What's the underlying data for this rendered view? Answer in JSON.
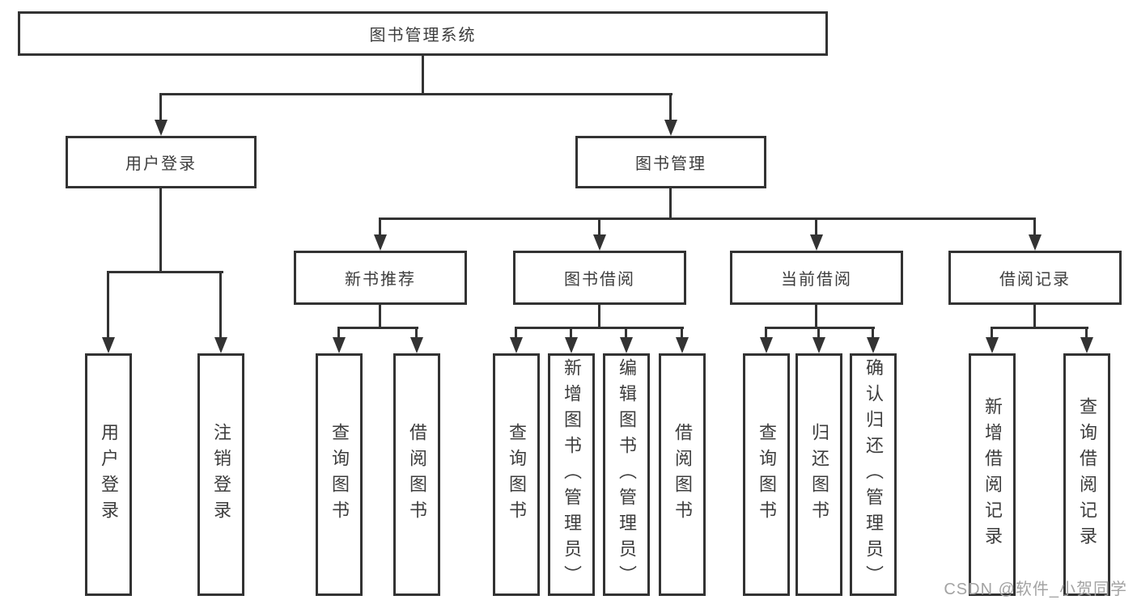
{
  "colors": {
    "line": "#333333",
    "text": "#3d3d3d",
    "watermark": "#a3a3a3",
    "background": "#ffffff"
  },
  "diagram": {
    "root": {
      "label": "图书管理系统"
    },
    "branches": [
      {
        "label": "用户登录",
        "children": [
          {
            "label": "用户登录"
          },
          {
            "label": "注销登录"
          }
        ]
      },
      {
        "label": "图书管理",
        "children": [
          {
            "label": "新书推荐",
            "children": [
              {
                "label": "查询图书"
              },
              {
                "label": "借阅图书"
              }
            ]
          },
          {
            "label": "图书借阅",
            "children": [
              {
                "label": "查询图书"
              },
              {
                "label": "新增图书（管理员）"
              },
              {
                "label": "编辑图书（管理员）"
              },
              {
                "label": "借阅图书"
              }
            ]
          },
          {
            "label": "当前借阅",
            "children": [
              {
                "label": "查询图书"
              },
              {
                "label": "归还图书"
              },
              {
                "label": "确认归还（管理员）"
              }
            ]
          },
          {
            "label": "借阅记录",
            "children": [
              {
                "label": "新增借阅记录"
              },
              {
                "label": "查询借阅记录"
              }
            ]
          }
        ]
      }
    ],
    "watermark": "CSDN @软件_小贺同学"
  }
}
